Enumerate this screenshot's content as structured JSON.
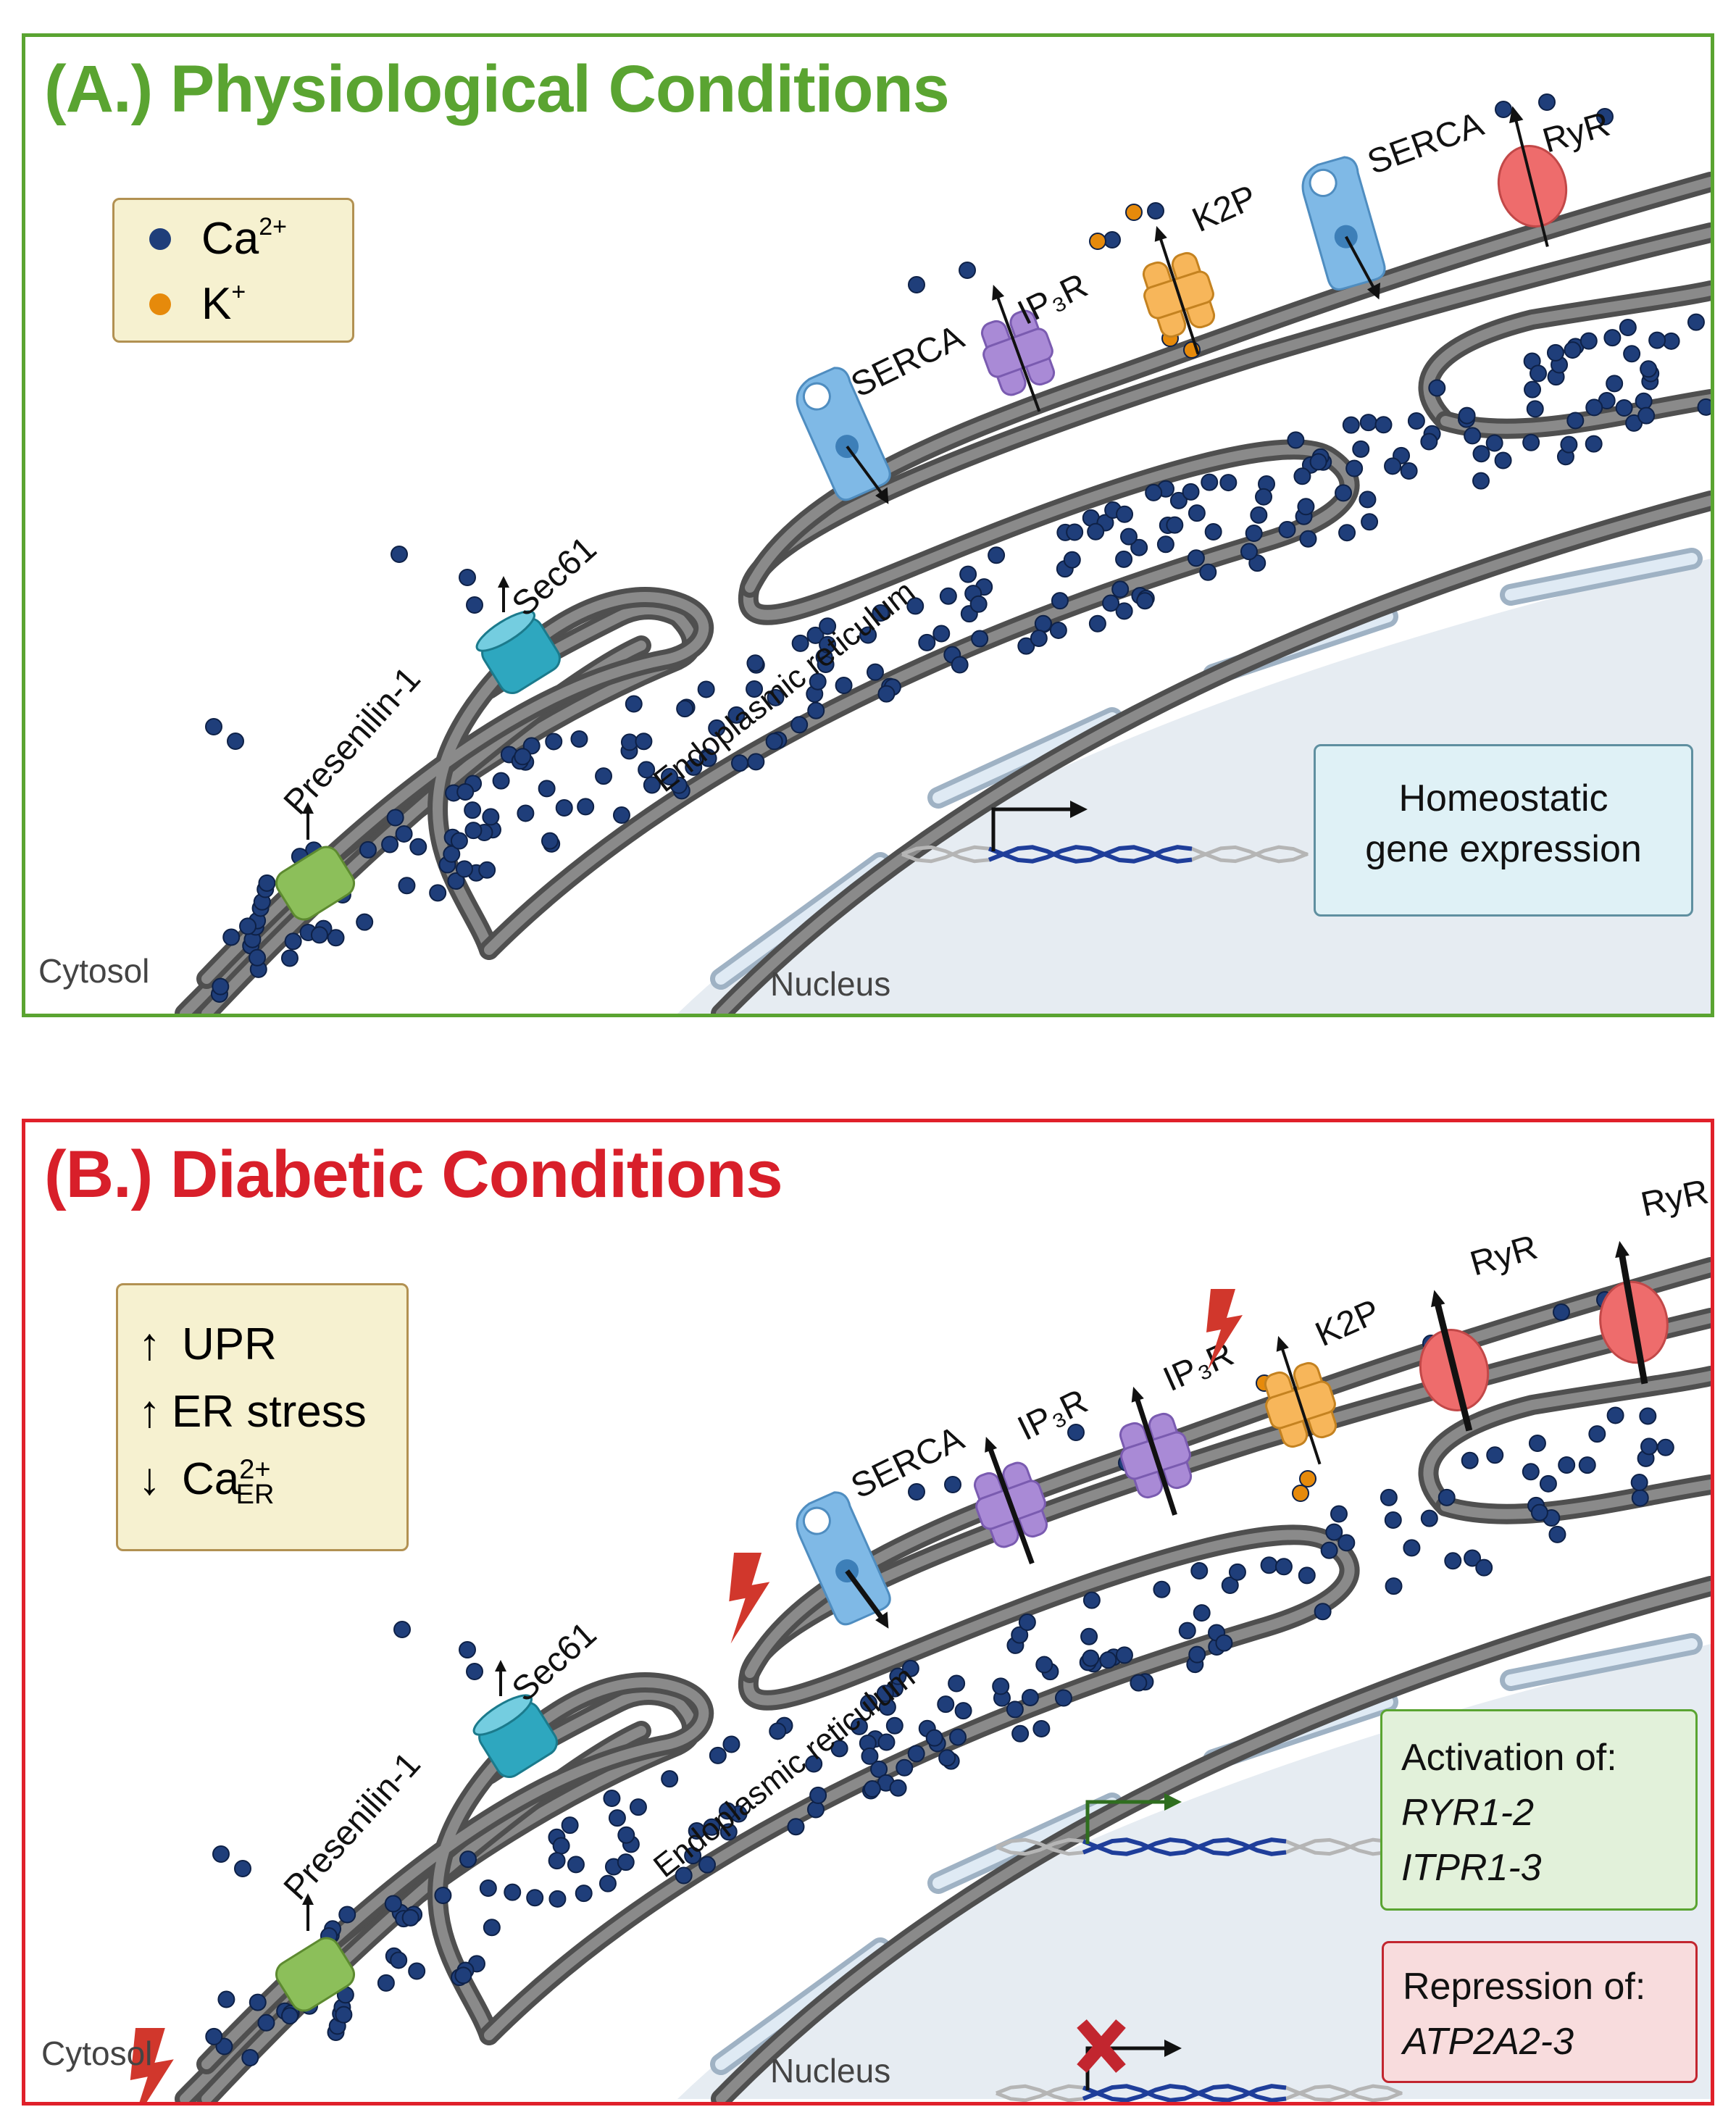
{
  "panel_a": {
    "title": "(A.) Physiological Conditions",
    "title_color": "#5aa431",
    "legend": {
      "ca_label": "Ca",
      "ca_sup": "2+",
      "k_label": "K",
      "k_sup": "+"
    },
    "labels": {
      "presenilin": "Presenilin-1",
      "sec61": "Sec61",
      "serca": "SERCA",
      "ip3r": "IP₃R",
      "k2p": "K2P",
      "ryr": "RyR",
      "er": "Endoplasmic reticulum",
      "cytosol": "Cytosol",
      "nucleus": "Nucleus"
    },
    "gene_box": {
      "line1": "Homeostatic",
      "line2": "gene expression"
    }
  },
  "panel_b": {
    "title": "(B.) Diabetic Conditions",
    "title_color": "#d81f2a",
    "status": [
      {
        "arrow": "↑",
        "text": "UPR"
      },
      {
        "arrow": "↑",
        "text": "ER stress"
      },
      {
        "arrow": "↓",
        "text": "Ca",
        "sup": "2+",
        "sub": "ER"
      }
    ],
    "labels": {
      "presenilin": "Presenilin-1",
      "sec61": "Sec61",
      "serca": "SERCA",
      "ip3r": "IP₃R",
      "k2p": "K2P",
      "ryr": "RyR",
      "er": "Endoplasmic reticulum",
      "cytosol": "Cytosol",
      "nucleus": "Nucleus"
    },
    "activation": {
      "title": "Activation of:",
      "gene1": "RYR1-2",
      "gene2": "ITPR1-3"
    },
    "repression": {
      "title": "Repression of:",
      "gene1": "ATP2A2-3"
    }
  },
  "icons": [
    "calcium-ion",
    "potassium-ion",
    "lightning-bolt-icon",
    "transcription-arrow-icon",
    "dna-helix-icon",
    "cross-icon"
  ],
  "colors": {
    "calcium": "#1f3e7a",
    "potassium": "#e68a0b",
    "presenilin": "#8cbf5a",
    "sec61": "#2ea7bf",
    "serca": "#7fb9e6",
    "ip3r": "#a98ad6",
    "k2p": "#f7b65a",
    "ryr": "#ee6c6c",
    "membrane": "#6f6f6f",
    "nucleus": "#e6ecf2",
    "lightning": "#d1372c"
  }
}
